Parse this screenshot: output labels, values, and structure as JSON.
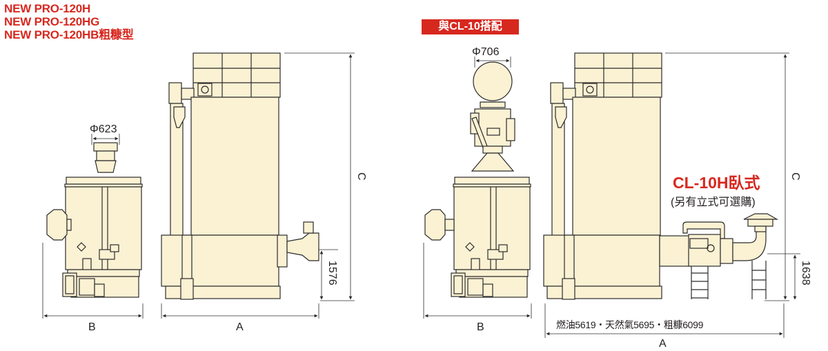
{
  "colors": {
    "title_red": "#d7281f",
    "machine_fill": "#fbf1d3",
    "line": "#2b2b2b"
  },
  "left_diagram": {
    "model_lines": [
      "NEW PRO-120H",
      "NEW PRO-120HG",
      "NEW PRO-120HB粗糠型"
    ],
    "diameter": "Φ623",
    "dim_b": "B",
    "dim_a": "A",
    "dim_c": "C",
    "height": "1576"
  },
  "right_diagram": {
    "badge": "與CL-10搭配",
    "diameter": "Φ706",
    "cl_title": "CL-10H臥式",
    "cl_subtitle": "(另有立式可選購)",
    "dim_b": "B",
    "dim_a": "A",
    "dim_c": "C",
    "height": "1638",
    "fuel_dims": "燃油5619・天然氣5695・粗糠6099"
  }
}
